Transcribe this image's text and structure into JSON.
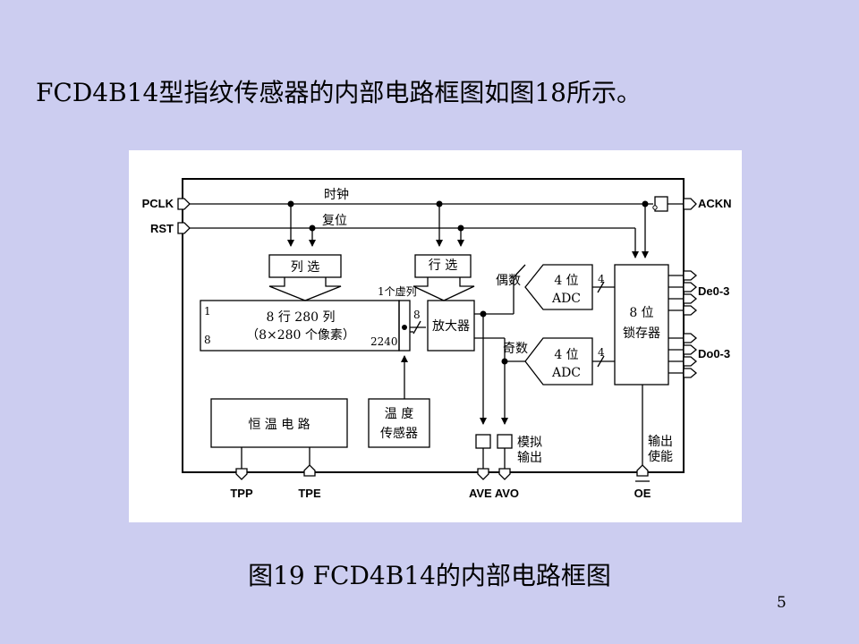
{
  "slide": {
    "title": "FCD4B14型指纹传感器的内部电路框图如图18所示。",
    "caption": "图19  FCD4B14的内部电路框图",
    "page_number": "5"
  },
  "diagram": {
    "pins": {
      "pclk": "PCLK",
      "rst": "RST",
      "ackn": "ACKN",
      "de": "De0-3",
      "do": "Do0-3",
      "tpp": "TPP",
      "tpe": "TPE",
      "ave_avo": "AVE AVO",
      "oe": "OE"
    },
    "signals": {
      "clock": "时钟",
      "reset": "复位",
      "even": "偶数",
      "odd": "奇数",
      "virtual_col": "1个虚列",
      "bus_8": "8",
      "bus_4a": "4",
      "bus_4b": "4"
    },
    "blocks": {
      "col_select": "列 选",
      "row_select": "行 选",
      "array_line1": "8 行 280 列",
      "array_line2": "（8×280 个像素）",
      "array_row_first": "1",
      "array_row_last": "8",
      "array_count": "2240",
      "amplifier": "放大器",
      "adc_even_line1": "4 位",
      "adc_even_line2": "ADC",
      "adc_odd_line1": "4 位",
      "adc_odd_line2": "ADC",
      "latch_line1": "8 位",
      "latch_line2": "锁存器",
      "thermostat": "恒 温 电 路",
      "temp_line1": "温   度",
      "temp_line2": "传感器",
      "analog_out_line1": "模拟",
      "analog_out_line2": "输出",
      "output_enable_line1": "输出",
      "output_enable_line2": "使能"
    }
  }
}
